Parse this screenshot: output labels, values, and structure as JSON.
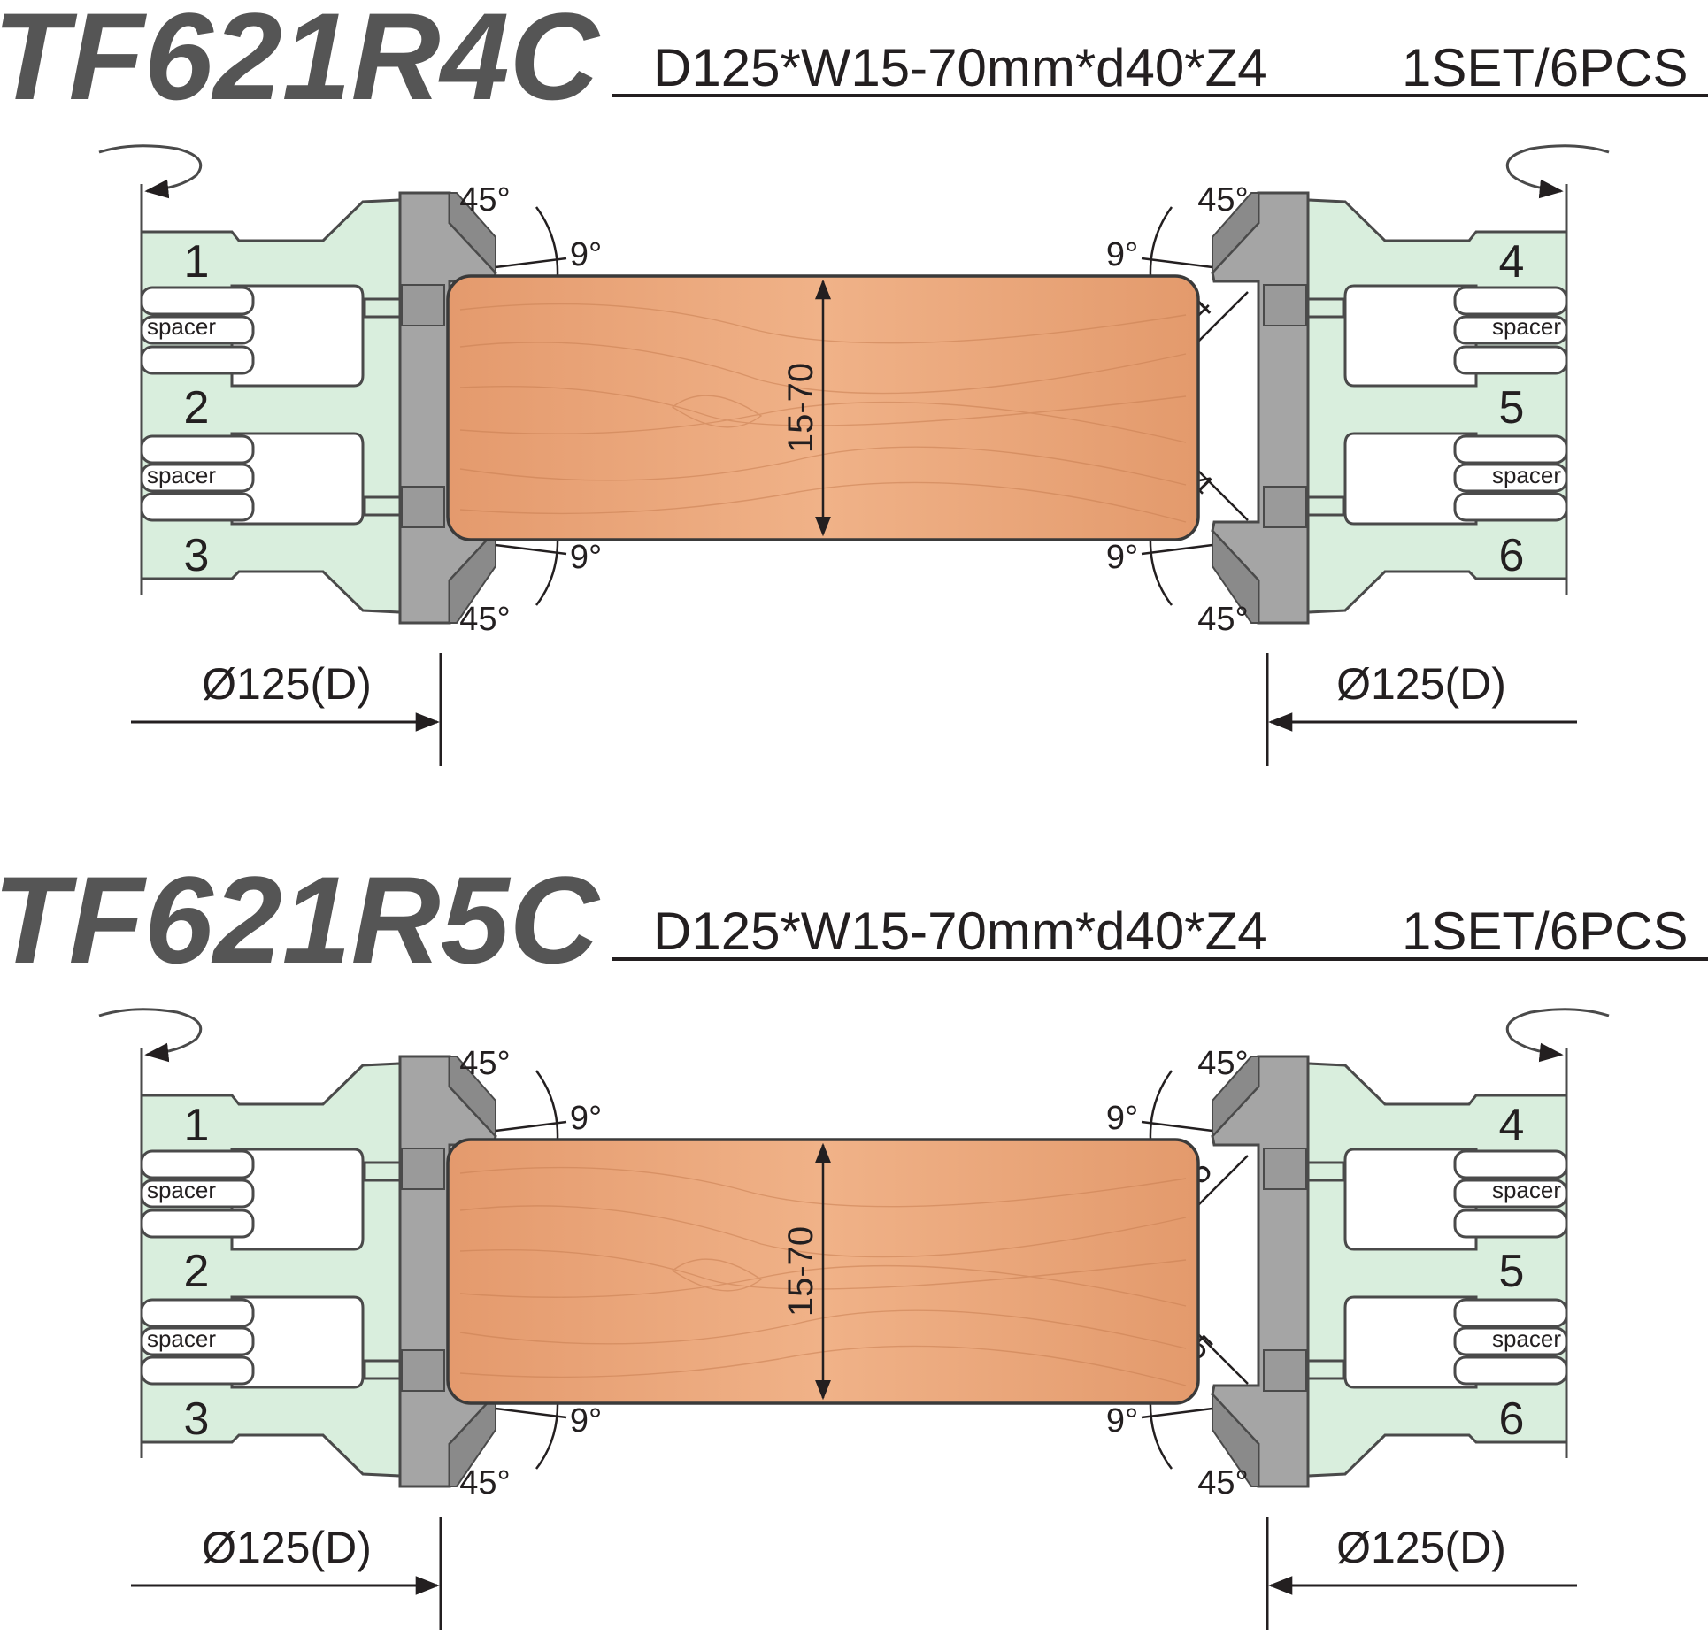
{
  "colors": {
    "body": "#d9eedd",
    "body_stroke": "#4a4a4a",
    "knife": "#a5a5a5",
    "knife_dark": "#8a8a8a",
    "wood": "#e8a176",
    "wood_stroke": "#3a3a3a",
    "title": "#555555",
    "text": "#231f20"
  },
  "sets": [
    {
      "model": "TF621R4C",
      "spec": "D125*W15-70mm*d40*Z4",
      "quantity": "1SET/6PCS",
      "radius": "R4",
      "thickness": "15-70",
      "angle_outer": "45°",
      "angle_inner": "9°",
      "diameter": "Ø125(D)",
      "spacer_label": "spacer",
      "left_numbers": [
        "1",
        "2",
        "3"
      ],
      "right_numbers": [
        "4",
        "5",
        "6"
      ]
    },
    {
      "model": "TF621R5C",
      "spec": "D125*W15-70mm*d40*Z4",
      "quantity": "1SET/6PCS",
      "radius": "R5",
      "thickness": "15-70",
      "angle_outer": "45°",
      "angle_inner": "9°",
      "diameter": "Ø125(D)",
      "spacer_label": "spacer",
      "left_numbers": [
        "1",
        "2",
        "3"
      ],
      "right_numbers": [
        "4",
        "5",
        "6"
      ]
    }
  ]
}
